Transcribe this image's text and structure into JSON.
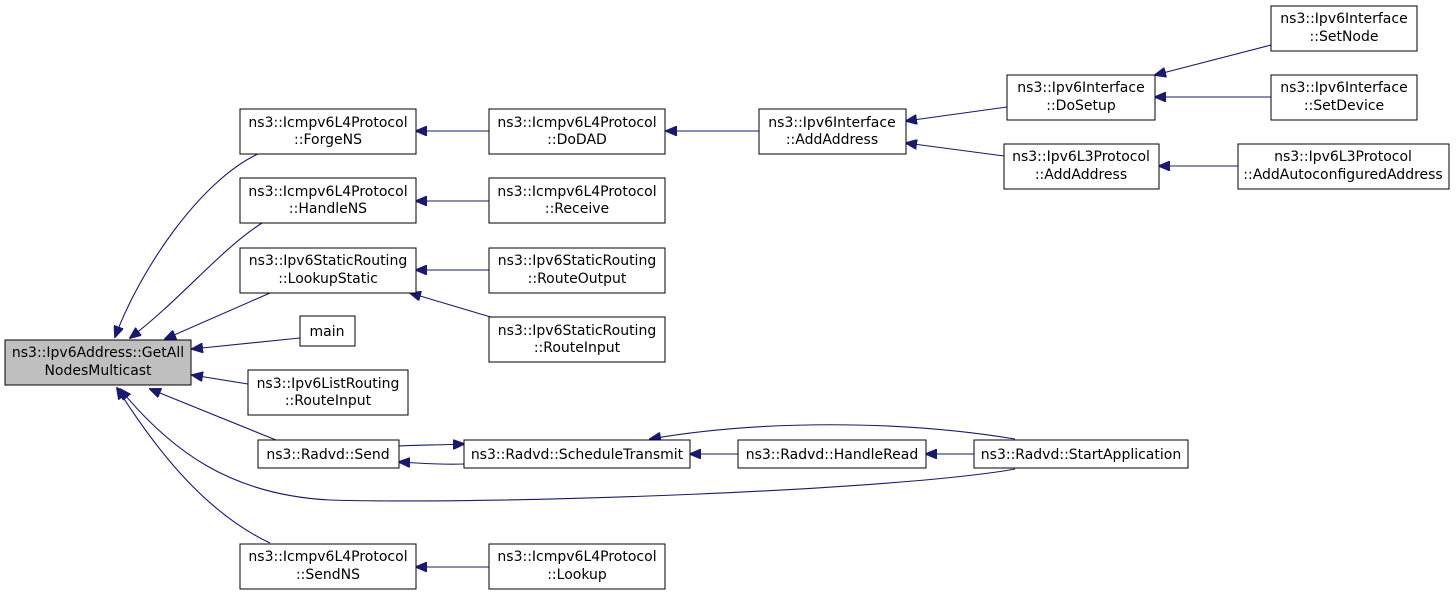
{
  "colors": {
    "edge": "#191970",
    "root_fill": "#bfbfbf",
    "node_fill": "#ffffff",
    "border": "#000000"
  },
  "nodes": {
    "root": [
      "ns3::Ipv6Address::GetAll",
      "NodesMulticast"
    ],
    "forge_ns": [
      "ns3::Icmpv6L4Protocol",
      "::ForgeNS"
    ],
    "handle_ns": [
      "ns3::Icmpv6L4Protocol",
      "::HandleNS"
    ],
    "lookup_static": [
      "ns3::Ipv6StaticRouting",
      "::LookupStatic"
    ],
    "main": [
      "main"
    ],
    "list_route_input": [
      "ns3::Ipv6ListRouting",
      "::RouteInput"
    ],
    "radvd_send": [
      "ns3::Radvd::Send"
    ],
    "send_ns": [
      "ns3::Icmpv6L4Protocol",
      "::SendNS"
    ],
    "do_dad": [
      "ns3::Icmpv6L4Protocol",
      "::DoDAD"
    ],
    "receive": [
      "ns3::Icmpv6L4Protocol",
      "::Receive"
    ],
    "route_output": [
      "ns3::Ipv6StaticRouting",
      "::RouteOutput"
    ],
    "static_route_input": [
      "ns3::Ipv6StaticRouting",
      "::RouteInput"
    ],
    "schedule_transmit": [
      "ns3::Radvd::ScheduleTransmit"
    ],
    "lookup": [
      "ns3::Icmpv6L4Protocol",
      "::Lookup"
    ],
    "iface_add_address": [
      "ns3::Ipv6Interface",
      "::AddAddress"
    ],
    "handle_read": [
      "ns3::Radvd::HandleRead"
    ],
    "do_setup": [
      "ns3::Ipv6Interface",
      "::DoSetup"
    ],
    "l3_add_address": [
      "ns3::Ipv6L3Protocol",
      "::AddAddress"
    ],
    "start_application": [
      "ns3::Radvd::StartApplication"
    ],
    "set_node": [
      "ns3::Ipv6Interface",
      "::SetNode"
    ],
    "set_device": [
      "ns3::Ipv6Interface",
      "::SetDevice"
    ],
    "add_autoconfigured": [
      "ns3::Ipv6L3Protocol",
      "::AddAutoconfiguredAddress"
    ]
  },
  "edges": [
    [
      "forge_ns",
      "root"
    ],
    [
      "handle_ns",
      "root"
    ],
    [
      "lookup_static",
      "root"
    ],
    [
      "main",
      "root"
    ],
    [
      "list_route_input",
      "root"
    ],
    [
      "radvd_send",
      "root"
    ],
    [
      "start_application",
      "root"
    ],
    [
      "send_ns",
      "root"
    ],
    [
      "do_dad",
      "forge_ns"
    ],
    [
      "iface_add_address",
      "do_dad"
    ],
    [
      "do_setup",
      "iface_add_address"
    ],
    [
      "l3_add_address",
      "iface_add_address"
    ],
    [
      "set_node",
      "do_setup"
    ],
    [
      "set_device",
      "do_setup"
    ],
    [
      "add_autoconfigured",
      "l3_add_address"
    ],
    [
      "receive",
      "handle_ns"
    ],
    [
      "route_output",
      "lookup_static"
    ],
    [
      "static_route_input",
      "lookup_static"
    ],
    [
      "schedule_transmit",
      "radvd_send"
    ],
    [
      "radvd_send",
      "schedule_transmit"
    ],
    [
      "handle_read",
      "schedule_transmit"
    ],
    [
      "start_application",
      "schedule_transmit"
    ],
    [
      "start_application",
      "handle_read"
    ],
    [
      "lookup",
      "send_ns"
    ]
  ]
}
